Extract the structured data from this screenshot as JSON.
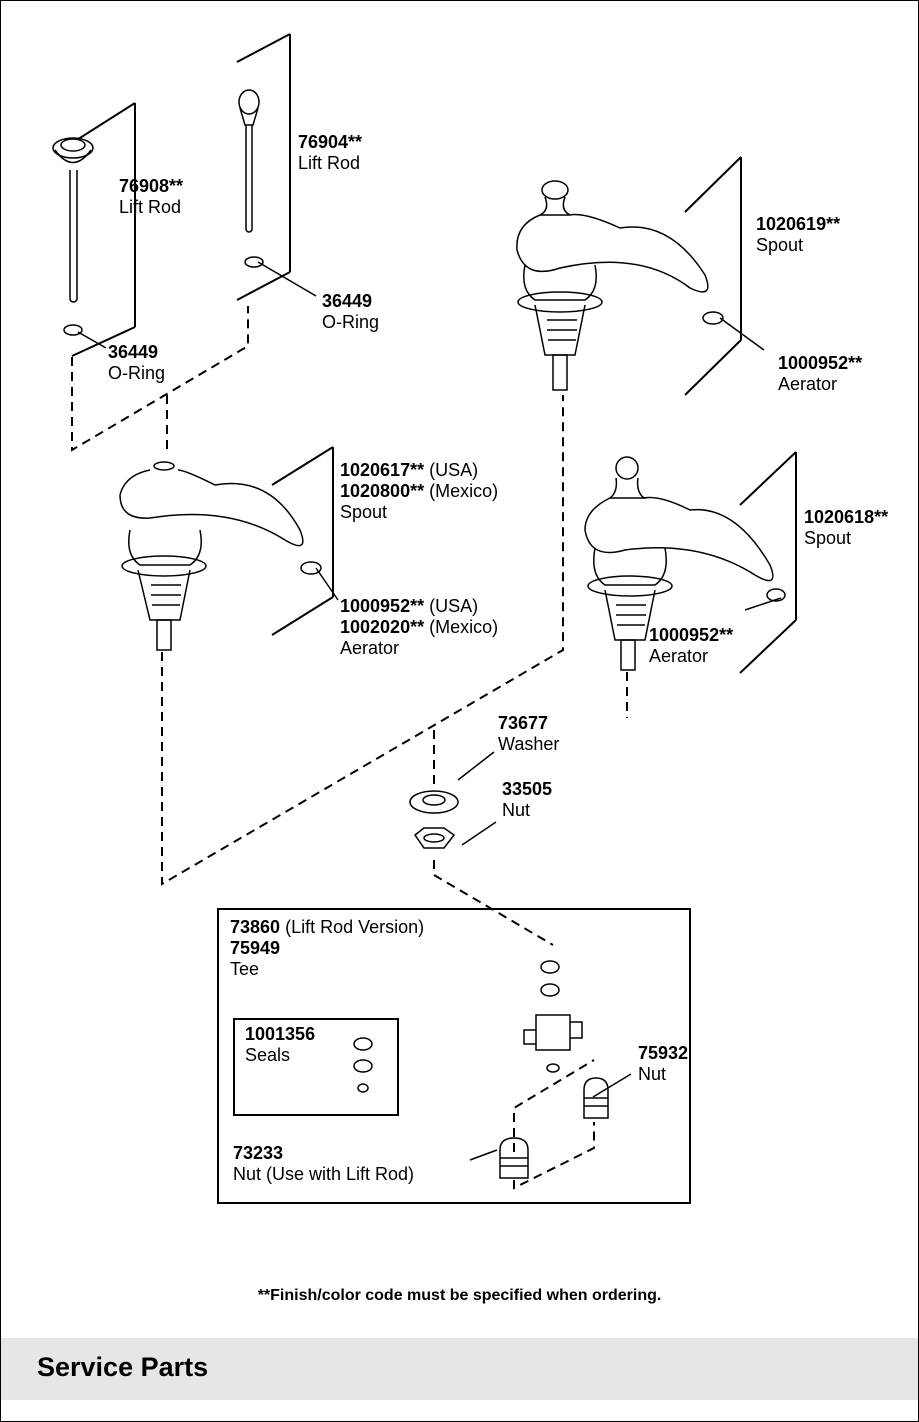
{
  "labels": {
    "lift_rod_a": {
      "part": "76908**",
      "name": "Lift Rod"
    },
    "lift_rod_b": {
      "part": "76904**",
      "name": "Lift Rod"
    },
    "oring_a": {
      "part": "36449",
      "name": "O-Ring"
    },
    "oring_b": {
      "part": "36449",
      "name": "O-Ring"
    },
    "spout_top": {
      "part": "1020619**",
      "name": "Spout"
    },
    "aerator_top": {
      "part": "1000952**",
      "name": "Aerator"
    },
    "spout_left": {
      "part1": "1020617**",
      "note1": "(USA)",
      "part2": "1020800**",
      "note2": "(Mexico)",
      "name": "Spout"
    },
    "aerator_left": {
      "part1": "1000952**",
      "note1": "(USA)",
      "part2": "1002020**",
      "note2": "(Mexico)",
      "name": "Aerator"
    },
    "spout_right": {
      "part": "1020618**",
      "name": "Spout"
    },
    "aerator_right": {
      "part": "1000952**",
      "name": "Aerator"
    },
    "washer": {
      "part": "73677",
      "name": "Washer"
    },
    "nut_33505": {
      "part": "33505",
      "name": "Nut"
    },
    "tee": {
      "part1": "73860",
      "note1": "(Lift Rod Version)",
      "part2": "75949",
      "name": "Tee"
    },
    "seals": {
      "part": "1001356",
      "name": "Seals"
    },
    "nut_75932": {
      "part": "75932",
      "name": "Nut"
    },
    "nut_73233": {
      "part": "73233",
      "name": "Nut (Use with Lift Rod)"
    }
  },
  "footnote": "**Finish/color code must be specified when ordering.",
  "section_title": "Service Parts",
  "colors": {
    "band": "#e6e6e6",
    "line": "#000000"
  }
}
